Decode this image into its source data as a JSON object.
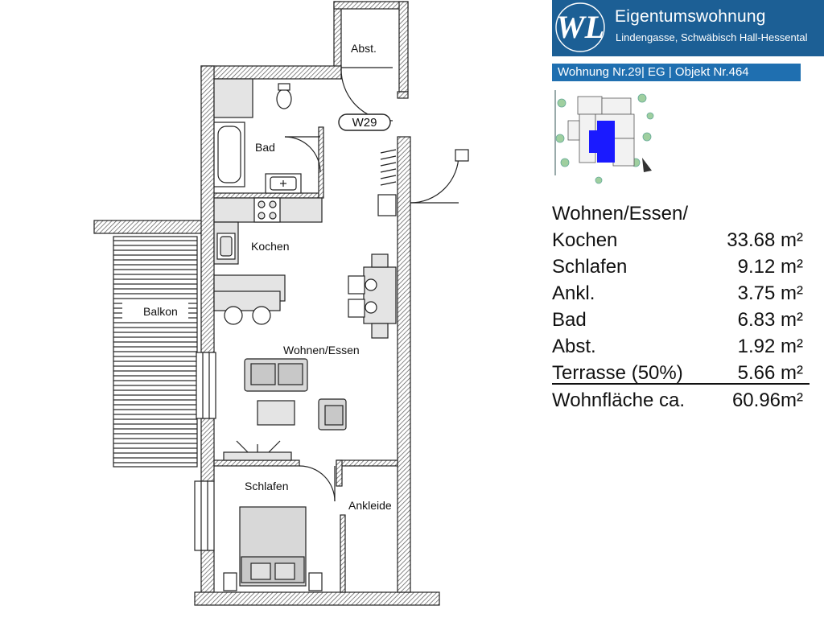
{
  "header": {
    "title": "Eigentumswohnung",
    "subtitle": "Lindengasse, Schwäbisch Hall-Hessental",
    "logo_letters": "WL"
  },
  "unit_bar": {
    "text": "Wohnung Nr.29| EG | Objekt Nr.464"
  },
  "plan": {
    "door_label": "W29",
    "rooms": {
      "abst": "Abst.",
      "bad": "Bad",
      "kochen": "Kochen",
      "balkon": "Balkon",
      "wohnen": "Wohnen/Essen",
      "schlafen": "Schlafen",
      "ankleide": "Ankleide"
    }
  },
  "areas": {
    "heading": "Wohnen/Essen/",
    "rows": [
      {
        "name": "Kochen",
        "value": "33.68 m²"
      },
      {
        "name": "Schlafen",
        "value": "9.12 m²"
      },
      {
        "name": "Ankl.",
        "value": "3.75 m²"
      },
      {
        "name": "Bad",
        "value": "6.83 m²"
      },
      {
        "name": "Abst.",
        "value": "1.92 m²"
      },
      {
        "name": "Terrasse (50%)",
        "value": "5.66 m²"
      }
    ],
    "total": {
      "name": "Wohnfläche ca.",
      "value": "60.96m²"
    }
  },
  "colors": {
    "brand_blue": "#1c5f95",
    "bar_blue": "#1f6fb0",
    "highlight_blue": "#1a1aff"
  }
}
